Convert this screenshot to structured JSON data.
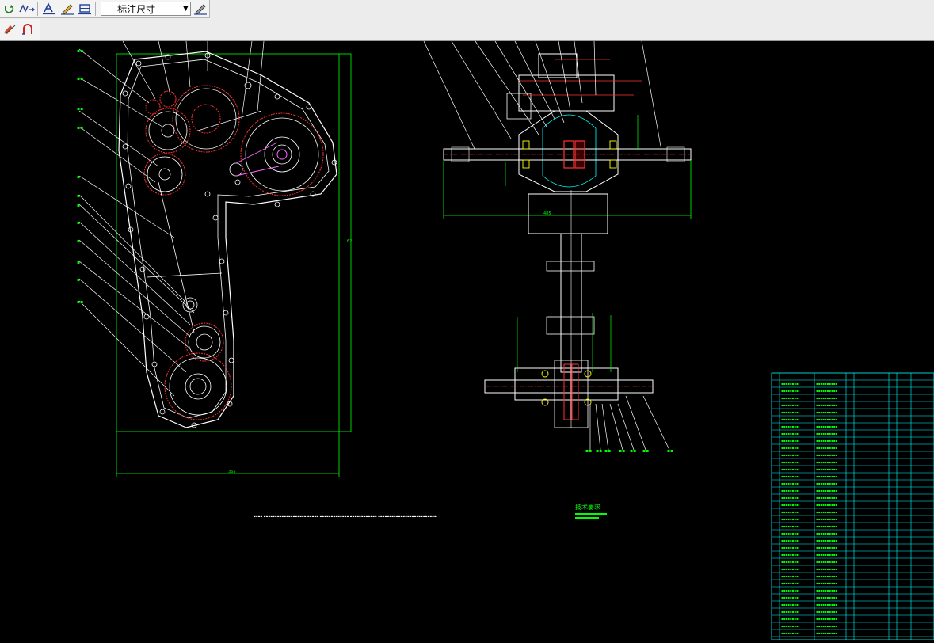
{
  "toolbar": {
    "dim_style_value": "标注尺寸",
    "row1_icons": [
      "refresh-icon",
      "polyline-icon",
      "text-style-icon",
      "edit-dimension-icon",
      "dimension-tool-icon"
    ],
    "row2_icons": [
      "erase-icon",
      "arc-tool-icon"
    ]
  },
  "drawing": {
    "technical_requirements_title": "技术要求",
    "gear_housing_frame_label": "365",
    "gear_housing_vertical_label": "62",
    "shaft_width_label": "485"
  },
  "colors": {
    "background": "#000000",
    "outline": "#ffffff",
    "dimension": "#00ff00",
    "gear_teeth": "#ff3333",
    "title_block": "#00ffff",
    "chain": "#ff66ff",
    "bearing": "#ffff00"
  }
}
